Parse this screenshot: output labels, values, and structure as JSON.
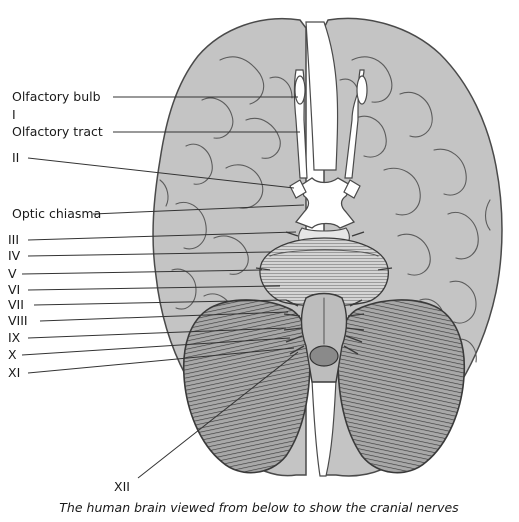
{
  "labels": {
    "olfactory_bulb": "Olfactory bulb",
    "cn_I": "I",
    "olfactory_tract": "Olfactory tract",
    "cn_II": "II",
    "optic_chiasma": "Optic chiasma",
    "cn_III": "III",
    "cn_IV": "IV",
    "cn_V": "V",
    "cn_VI": "VI",
    "cn_VII": "VII",
    "cn_VIII": "VIII",
    "cn_IX": "IX",
    "cn_X": "X",
    "cn_XI": "XI",
    "cn_XII": "XII"
  },
  "caption": "The human brain viewed from below to show the cranial nerves",
  "colors": {
    "cortex": "#c4c4c4",
    "outline": "#4a4a4a",
    "fissure": "#ffffff",
    "cerebellum": "#9a9a9a",
    "brainstem": "#bdbdbd",
    "pons": "#d0d0d0"
  }
}
